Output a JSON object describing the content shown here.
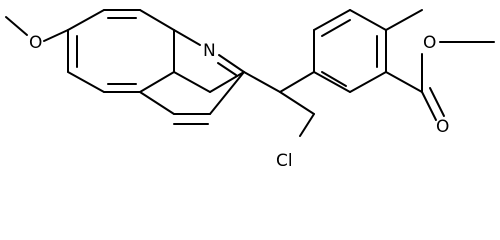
{
  "structure": {
    "atom_labels": {
      "methoxy_oxygen": "O",
      "quinoline_nitrogen": "N",
      "ester_carbonyl_oxygen": "O",
      "ester_ether_oxygen": "O",
      "chlorine": "Cl"
    },
    "colors": {
      "bond": "#000000",
      "label": "#000000",
      "background": "#ffffff"
    }
  }
}
